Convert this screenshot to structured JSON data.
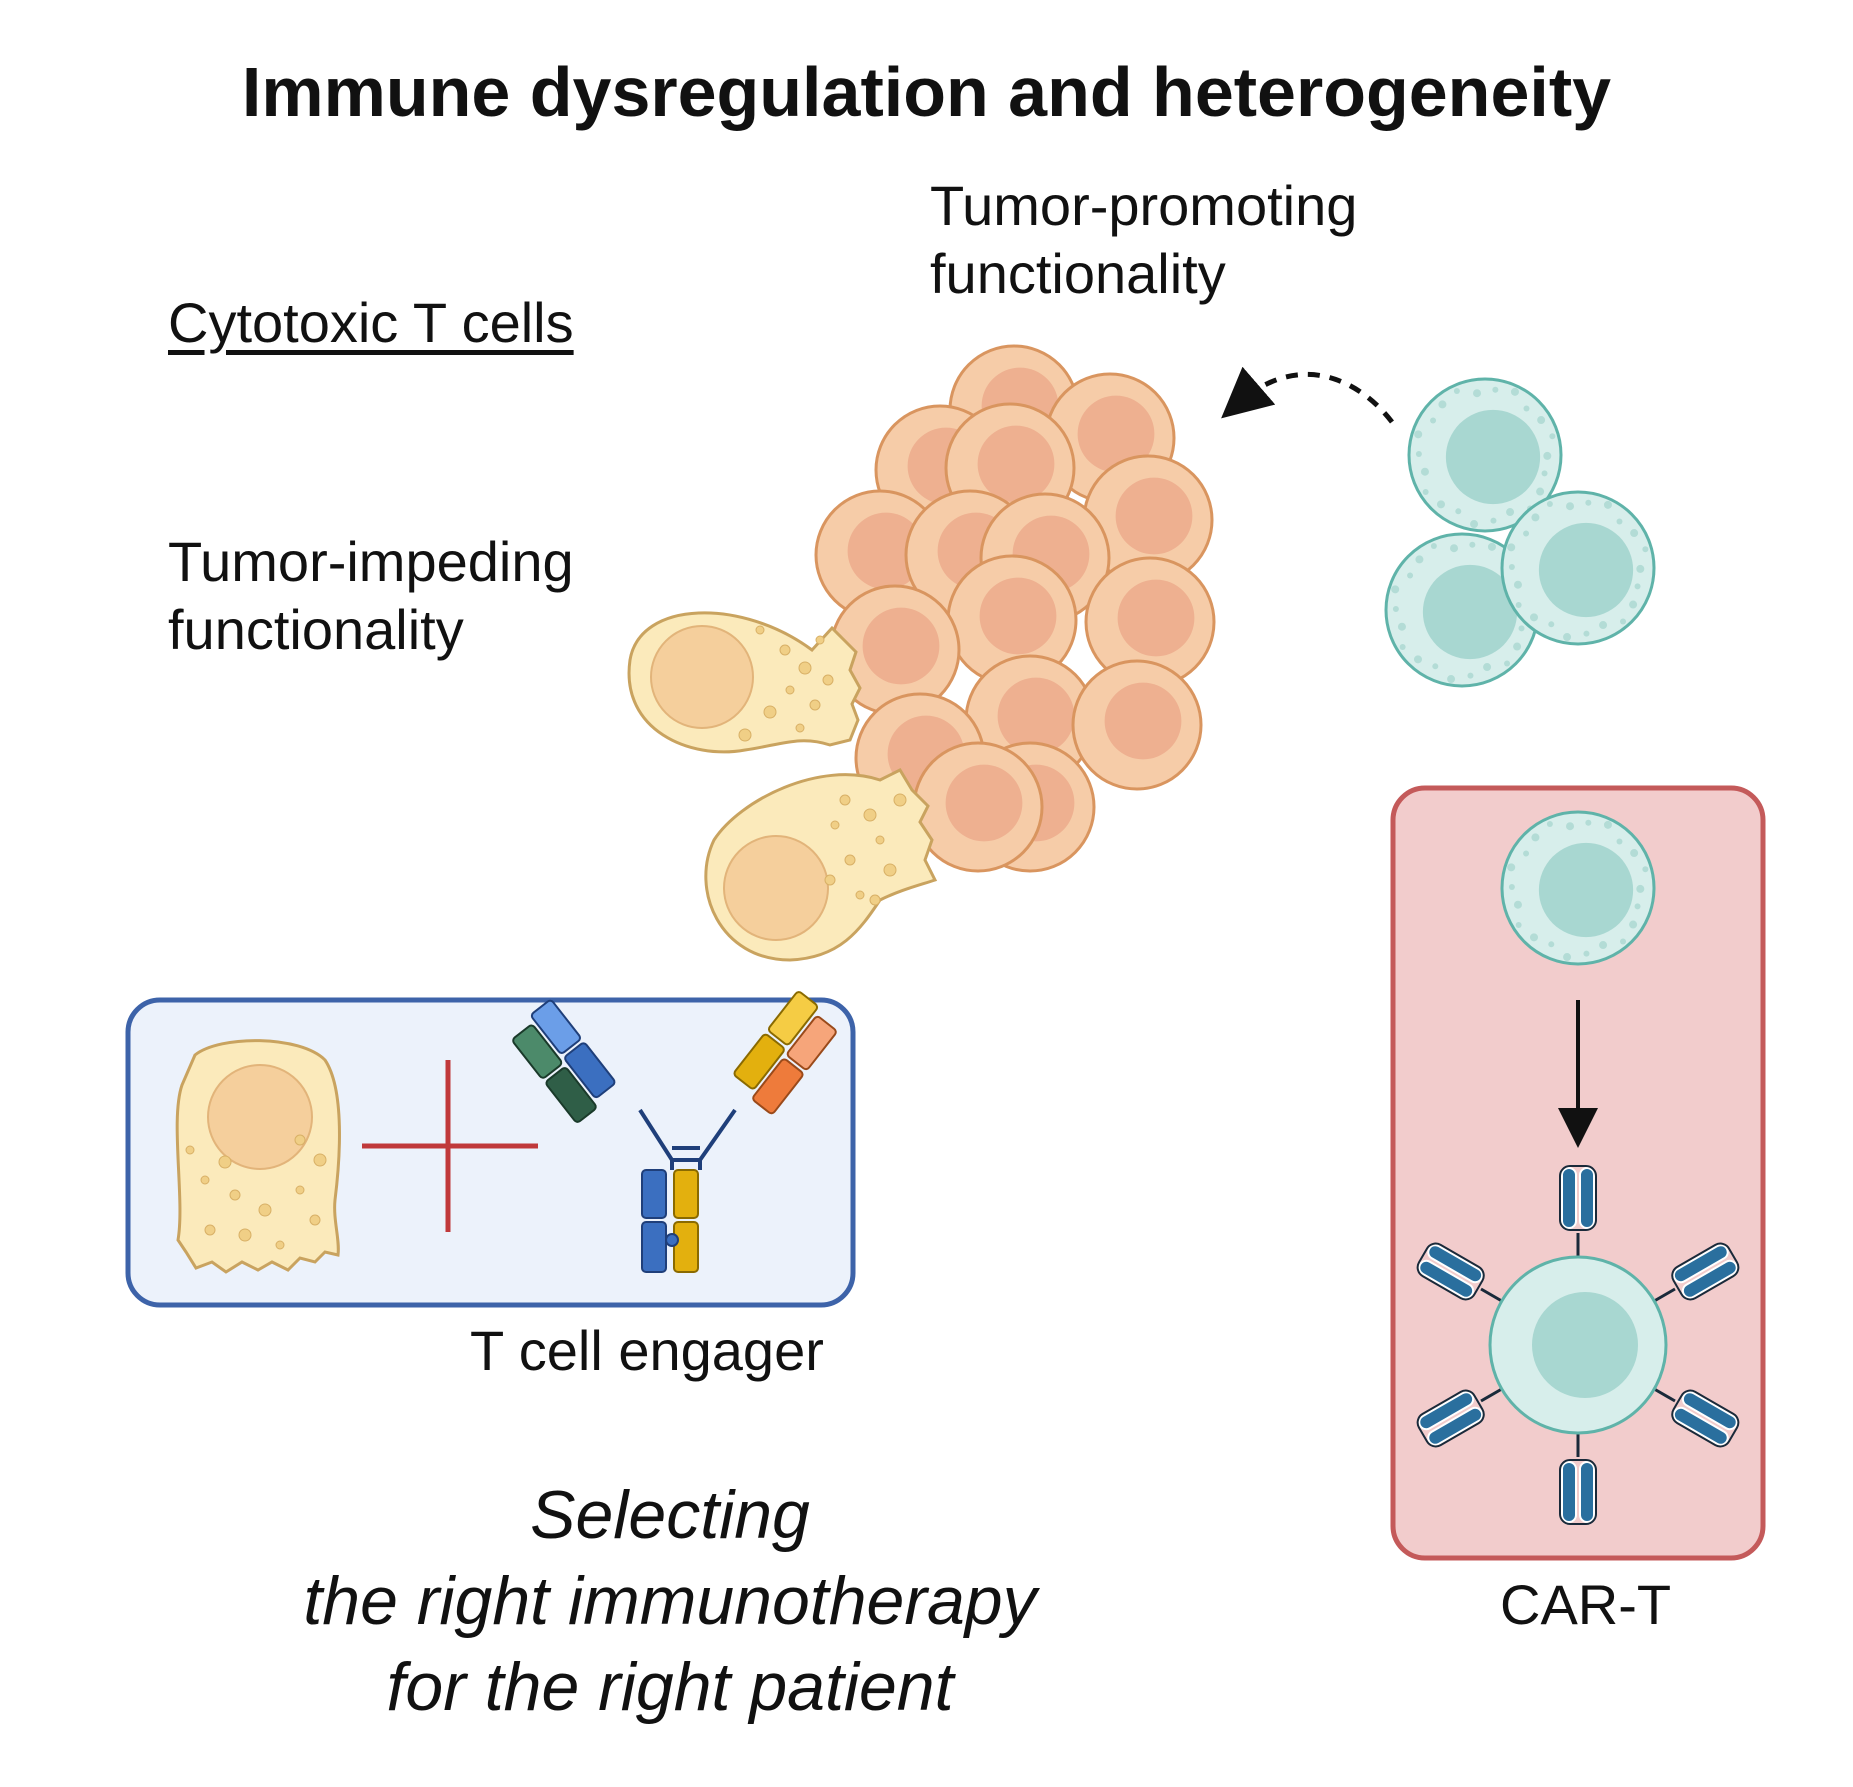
{
  "title": "Immune dysregulation and heterogeneity",
  "labels": {
    "tumor_promoting": [
      "Tumor-promoting",
      "functionality"
    ],
    "cytotoxic_t_cells": "Cytotoxic T cells",
    "tumor_impeding": [
      "Tumor-impeding",
      "functionality"
    ],
    "t_cell_engager": "T cell engager",
    "car_t": "CAR-T"
  },
  "tagline": [
    "Selecting",
    "the right immunotherapy",
    "for the right patient"
  ],
  "colors": {
    "tumor_fill": "#f6cca8",
    "tumor_stroke": "#d9955f",
    "tumor_nucleus": "#eeb090",
    "tcell_fill": "#d7eeeb",
    "tcell_stroke": "#5fb3a9",
    "tcell_nucleus": "#a8d7d1",
    "cytotoxic_fill": "#fbeabb",
    "cytotoxic_stroke": "#c9a35f",
    "cytotoxic_nucleus": "#f5cf9c",
    "tce_box_fill": "#ecf2fb",
    "tce_box_stroke": "#3d63a9",
    "cart_box_fill": "#f2cccc",
    "cart_box_stroke": "#c45a5a",
    "plus": "#c0393b",
    "receptor": "#2a6f9e",
    "ab_green_dark": "#2f5e47",
    "ab_green": "#4c8a6a",
    "ab_blue": "#6b9ee8",
    "ab_blue_dark": "#3b6fc0",
    "ab_yellow": "#e3b00e",
    "ab_yellow_light": "#f5cc44",
    "ab_orange": "#ee7b3b",
    "ab_peach": "#f6a57a"
  },
  "icons": [
    "tumor-cell-icon",
    "cytotoxic-t-cell-icon",
    "t-cell-icon",
    "plus-icon",
    "bispecific-antibody-icon",
    "car-t-cell-icon",
    "dashed-arrow-icon",
    "down-arrow-icon"
  ]
}
